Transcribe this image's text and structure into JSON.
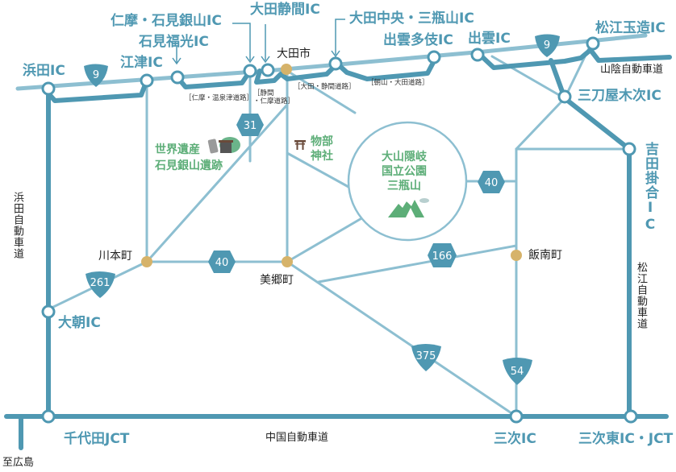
{
  "colors": {
    "expressway": "#4f98b2",
    "road": "#8dbfd1",
    "town": "#d6b36a",
    "green_label": "#5dae78",
    "badge": "#4f98b2"
  },
  "interchanges": {
    "hamada_ic": "浜田IC",
    "gotsu_ic": "江津IC",
    "nima_iwami_ginzan_ic": "仁摩・石見銀山IC",
    "iwami_fukumitsu_ic": "石見福光IC",
    "ohda_shizuma_ic": "大田静間IC",
    "ohda_chuo_sanbesan_ic": "大田中央・三瓶山IC",
    "izumo_takyo_ic": "出雲多伎IC",
    "izumo_ic": "出雲IC",
    "matsue_tamatsukuri_ic": "松江玉造IC",
    "mitoya_kisuki_ic": "三刀屋木次IC",
    "yoshida_kakeya_ic": "吉田掛合IC",
    "oasa_ic": "大朝IC",
    "chiyoda_jct": "千代田JCT",
    "miyoshi_ic": "三次IC",
    "miyoshi_higashi_ic_jct": "三次東IC・JCT"
  },
  "expressways": {
    "sanin": "山陰自動車道",
    "hamada": "浜田自動車道",
    "matsue": "松江自動車道",
    "chugoku": "中国自動車道",
    "to_hiroshima": "至広島"
  },
  "road_segments": {
    "nima_onsentsu": "［仁摩・温泉津道路］",
    "shizuma_nima_1": "［静間",
    "shizuma_nima_2": "・仁摩道路］",
    "ohda_shizuma": "［大田・静間道路］",
    "asayama_ohda": "［朝山・大田道路］"
  },
  "towns": {
    "ohda": "大田市",
    "kawamoto": "川本町",
    "misato": "美郷町",
    "iinan": "飯南町"
  },
  "landmarks": {
    "world_heritage_1": "世界遺産",
    "world_heritage_2": "石見銀山遺跡",
    "mononobe_1": "物部",
    "mononobe_2": "神社",
    "park_1": "大山隠岐",
    "park_2": "国立公園",
    "park_3": "三瓶山"
  },
  "route_badges": {
    "r9_west": "9",
    "r9_east": "9",
    "r31": "31",
    "r40_west": "40",
    "r40_east": "40",
    "r166": "166",
    "r261": "261",
    "r375": "375",
    "r54": "54"
  }
}
